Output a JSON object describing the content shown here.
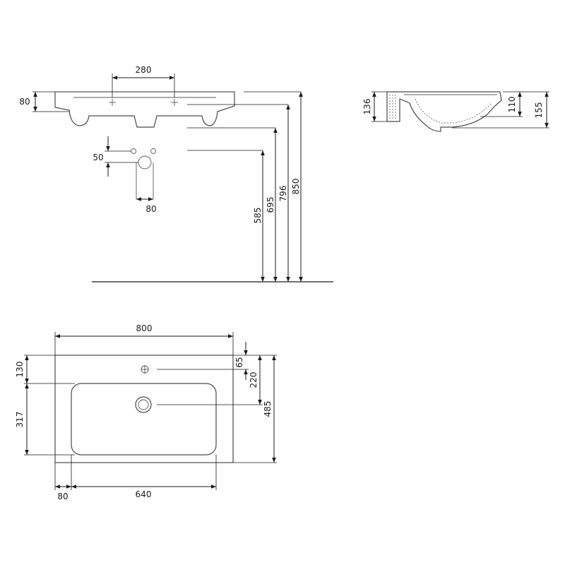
{
  "front_view": {
    "dimensions": {
      "tap_hole_spacing": "280",
      "rim_thickness": "80",
      "drain_offset": "50",
      "trap_width": "80",
      "height_585": "585",
      "height_695": "695",
      "height_796": "796",
      "height_850": "850"
    }
  },
  "side_view": {
    "dimensions": {
      "overall_depth": "136",
      "basin_depth": "110",
      "total_height": "155"
    }
  },
  "plan_view": {
    "dimensions": {
      "overall_width": "800",
      "tap_setback": "130",
      "tap_to_bowl": "65",
      "drain_from_back": "220",
      "overall_length": "485",
      "bowl_length": "317",
      "side_margin": "80",
      "bowl_width": "640"
    }
  }
}
